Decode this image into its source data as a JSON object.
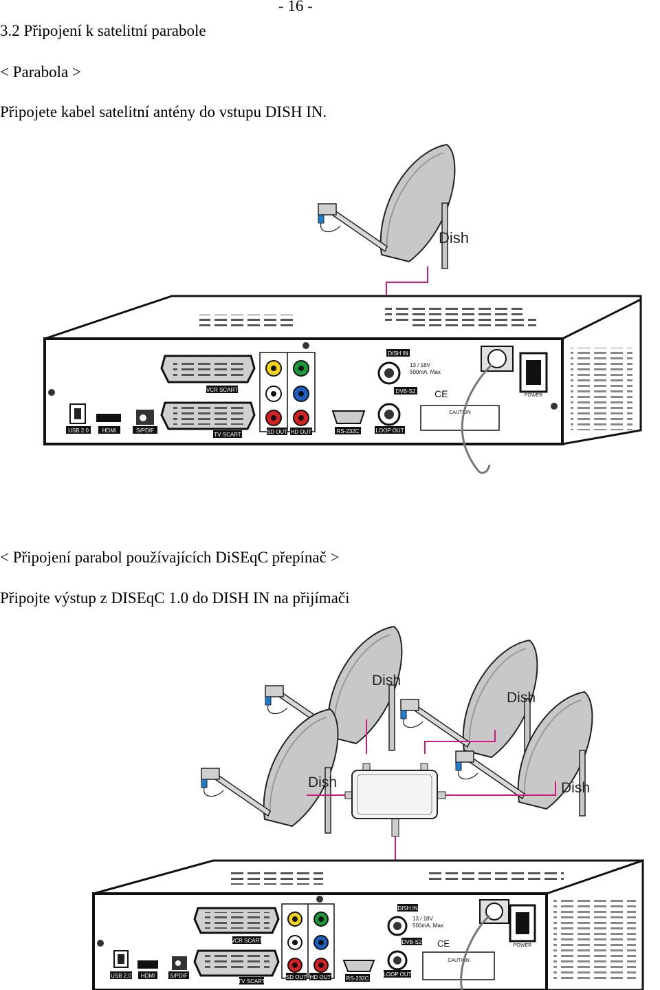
{
  "page": {
    "number": "- 16 -",
    "section_title": "3.2 Připojení  k satelitní parabole"
  },
  "single": {
    "heading": "< Parabola >",
    "instruction": "Připojete kabel satelitní antény do vstupu DISH IN."
  },
  "diseqc": {
    "heading": "< Připojení parabol používajících DiSEqC přepínač >",
    "instruction": "Připojte výstup z DISEqC 1.0 do  DISH IN na přijímači"
  },
  "labels": {
    "dish": "Dish",
    "dish_in": "DISH IN",
    "loop_out": "LOOP OUT",
    "rs232c": "RS-232C",
    "usb": "USB 2.0",
    "hdmi": "HDMI",
    "spdif": "S/PDIF",
    "vcr_scart": "VCR SCART",
    "tv_scart": "TV SCART",
    "sd_out": "SD OUT",
    "hd_out": "HD OUT",
    "dvb_s2": "DVB-S2",
    "power": "POWER",
    "lnb_spec_1": "13 / 18V",
    "lnb_spec_2": "500mA. Max",
    "ce_mark": "CE",
    "caution": "CAUTION"
  },
  "colors": {
    "cable": "#d6167f",
    "lnb_blue": "#1e7fd1",
    "rca_yellow": "#f2d21a",
    "rca_green": "#1b9a3a",
    "rca_blue": "#1c5fc0",
    "rca_red": "#d42020"
  }
}
